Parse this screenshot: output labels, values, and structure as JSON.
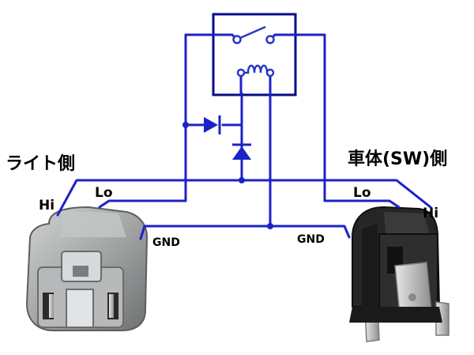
{
  "labels": {
    "light_side": "ライト側",
    "vehicle_side": "車体(SW)側",
    "left_hi": "Hi",
    "left_lo": "Lo",
    "left_gnd": "GND",
    "right_lo": "Lo",
    "right_hi": "Hi",
    "right_gnd": "GND"
  },
  "colors": {
    "wire": "#1c22c8",
    "relay_box": "#0a0a8a",
    "switch_contact": "#2a36c8",
    "connector_gray": "#9a9c9d",
    "connector_black": "#1e1e1e",
    "terminal_metal": "#c6c6c6"
  }
}
